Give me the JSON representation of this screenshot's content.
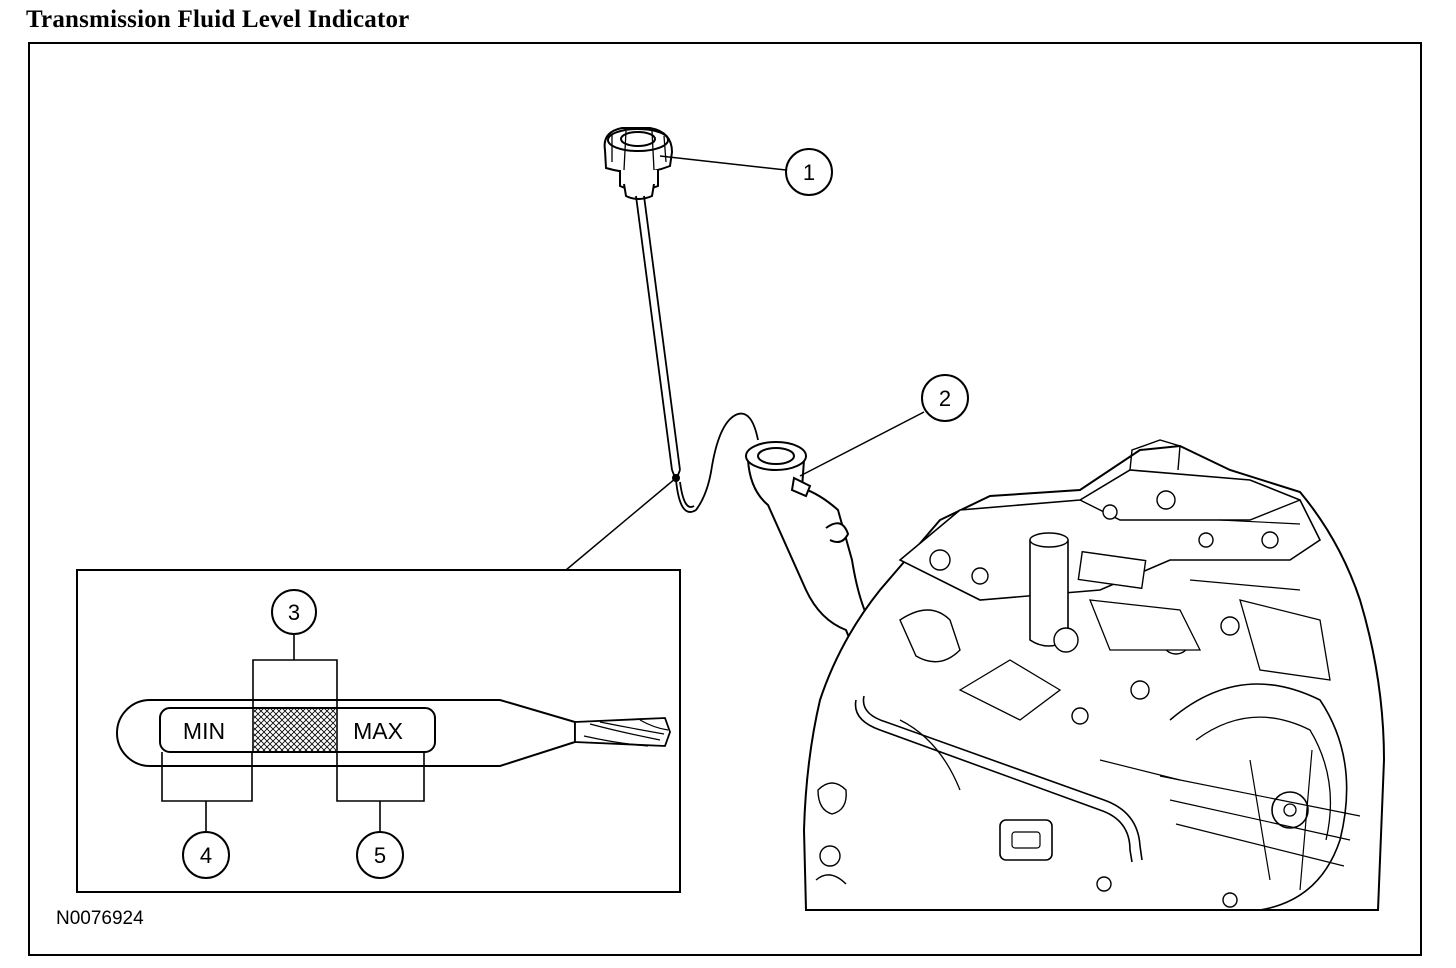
{
  "title": "Transmission Fluid Level Indicator",
  "figure_id": "N0076924",
  "callouts": {
    "c1": "1",
    "c2": "2",
    "c3": "3",
    "c4": "4",
    "c5": "5"
  },
  "gauge": {
    "min_label": "MIN",
    "max_label": "MAX"
  }
}
